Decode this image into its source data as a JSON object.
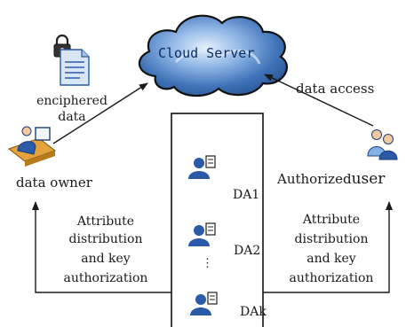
{
  "cloud": {
    "label": "Cloud Server"
  },
  "owner_side": {
    "doc_label_line1": "enciphered",
    "doc_label_line2": "data",
    "actor_label": "data owner"
  },
  "user_side": {
    "access_label": "data access",
    "actor_label_part1": "Authorized",
    "actor_label_part2": "user"
  },
  "authorities": {
    "items": [
      {
        "label": "DA1"
      },
      {
        "label": "DA2"
      },
      {
        "label": "DAk"
      }
    ],
    "ellipsis": "⋮"
  },
  "left_note": {
    "line1": "Attribute",
    "line2": "distribution",
    "line3": "and key",
    "line4": "authorization"
  },
  "right_note": {
    "line1": "Attribute",
    "line2": "distribution",
    "line3": "and key",
    "line4": "authorization"
  },
  "icons": {
    "lock": "lock-icon",
    "document": "document-icon",
    "owner": "data-owner-workstation-icon",
    "users": "authorized-users-icon",
    "authority": "authority-person-icon"
  },
  "colors": {
    "cloud_fill": "#3d6fb6",
    "cloud_light": "#c6dcf4",
    "icon_blue": "#2a5aa8",
    "arrow": "#1a1a1a"
  }
}
